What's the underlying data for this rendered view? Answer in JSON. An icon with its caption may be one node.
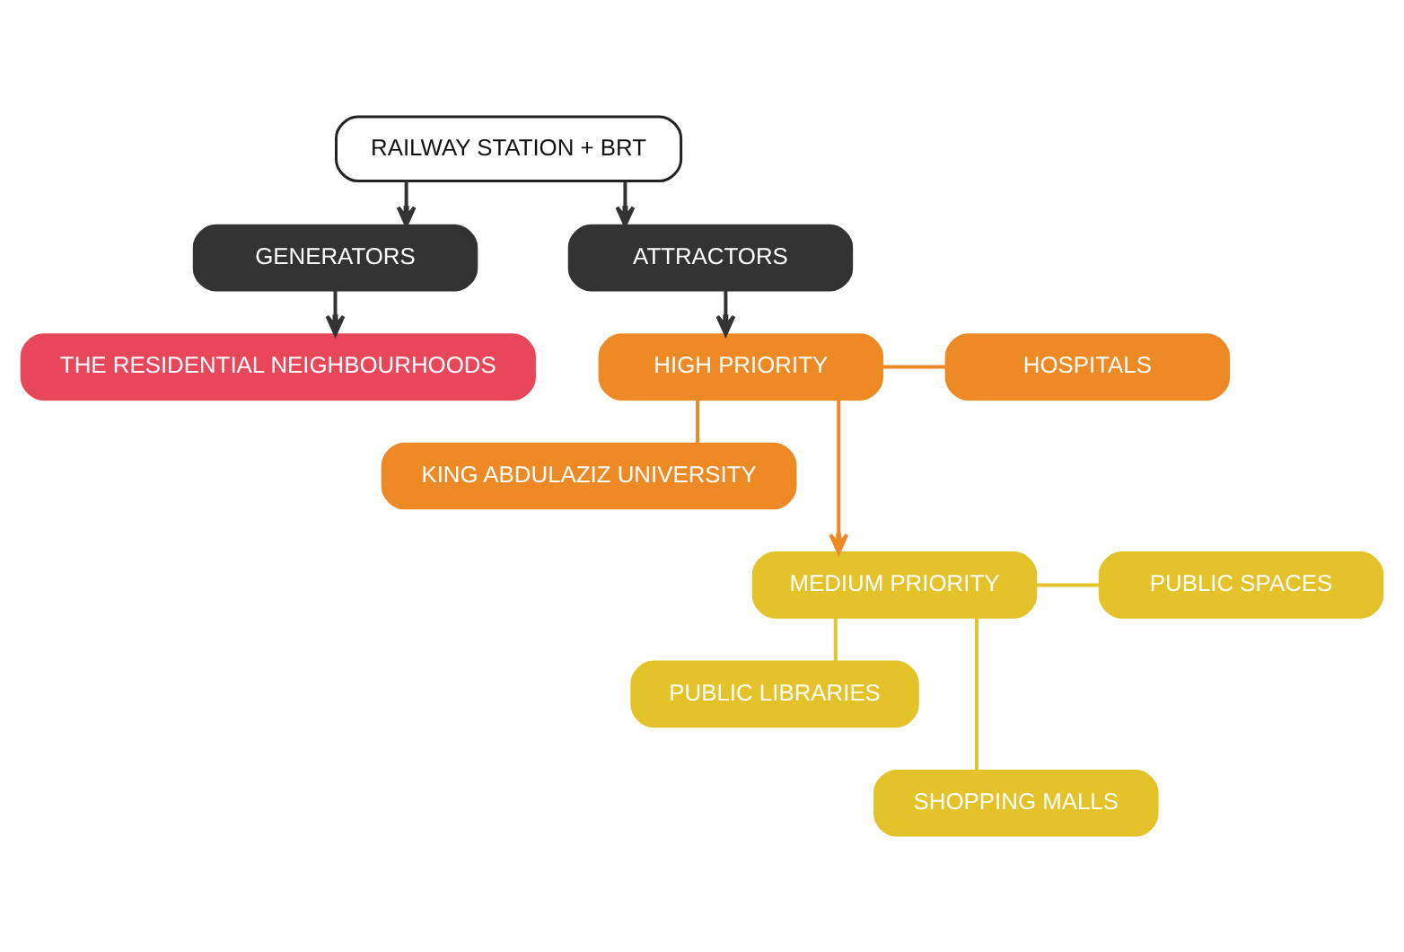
{
  "diagram": {
    "nodes": [
      {
        "text": [
          "RAILWAY STATION + BRT"
        ]
      },
      {
        "text": [
          "GENERATORS"
        ]
      },
      {
        "text": [
          "ATTRACTORS"
        ]
      },
      {
        "text": [
          "THE RESIDENTIAL NEIGHBOURHOODS"
        ]
      },
      {
        "text": [
          "HIGH PRIORITY"
        ]
      },
      {
        "text": [
          "HOSPITALS"
        ]
      },
      {
        "text": [
          "KING ABDULAZIZ UNIVERSITY"
        ]
      },
      {
        "text": [
          "MEDIUM PRIORITY"
        ]
      },
      {
        "text": [
          "PUBLIC SPACES"
        ]
      },
      {
        "text": [
          "PUBLIC LIBRARIES"
        ]
      },
      {
        "text": [
          "SHOPPING MALLS"
        ]
      }
    ],
    "edges": [
      {
        "from": 0,
        "to": 1,
        "arrow": "to"
      },
      {
        "from": 0,
        "to": 2,
        "arrow": "to"
      },
      {
        "from": 1,
        "to": 3,
        "arrow": "to"
      },
      {
        "from": 2,
        "to": 4,
        "arrow": "to"
      },
      {
        "from": 4,
        "to": 5,
        "arrow": "none",
        "color": "#ee8a26"
      },
      {
        "from": 4,
        "to": 6,
        "arrow": "none",
        "color": "#ee8a26"
      },
      {
        "from": 4,
        "to": 7,
        "arrow": "to",
        "color": "#ee8a26"
      },
      {
        "from": 7,
        "to": 8,
        "arrow": "none",
        "color": "#e3c22a"
      },
      {
        "from": 7,
        "to": 9,
        "arrow": "none",
        "color": "#e3c22a"
      },
      {
        "from": 7,
        "to": 10,
        "arrow": "none",
        "color": "#e3c22a"
      }
    ]
  }
}
